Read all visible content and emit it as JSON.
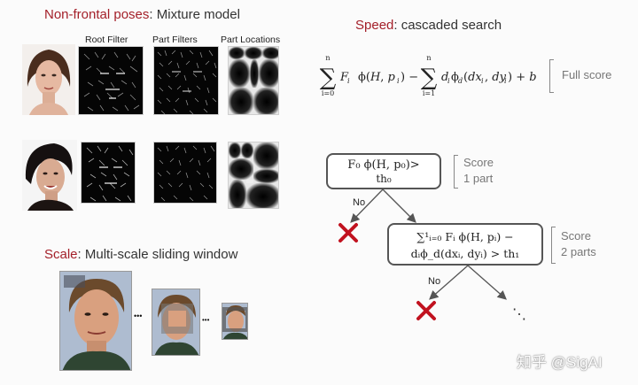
{
  "left": {
    "heading_accent": "Non-frontal poses",
    "heading_rest": ": Mixture model",
    "columns": [
      "Root Filter",
      "Part Filters",
      "Part Locations"
    ],
    "scale_heading_accent": "Scale",
    "scale_heading_rest": ": Multi-scale sliding window",
    "ellipsis1": "•••",
    "ellipsis2": "•••"
  },
  "right": {
    "heading_accent": "Speed",
    "heading_rest": ": cascaded search",
    "full_score_label": "Full score",
    "node1_line1": "F₀  ϕ(H, p₀)>",
    "node1_line2": "th₀",
    "score1_line1": "Score",
    "score1_line2": "1 part",
    "no1": "No",
    "node2_line1": "∑¹ᵢ₌₀ Fᵢ  ϕ(H, pᵢ) −",
    "node2_line2": "dᵢϕ_d(dxᵢ, dyᵢ) > th₁",
    "score2_line1": "Score",
    "score2_line2": "2 parts",
    "no2": "No",
    "dots": "⋱"
  },
  "watermark": "知乎 @SigAI",
  "colors": {
    "accent": "#a4202a",
    "cross": "#c1121f"
  }
}
